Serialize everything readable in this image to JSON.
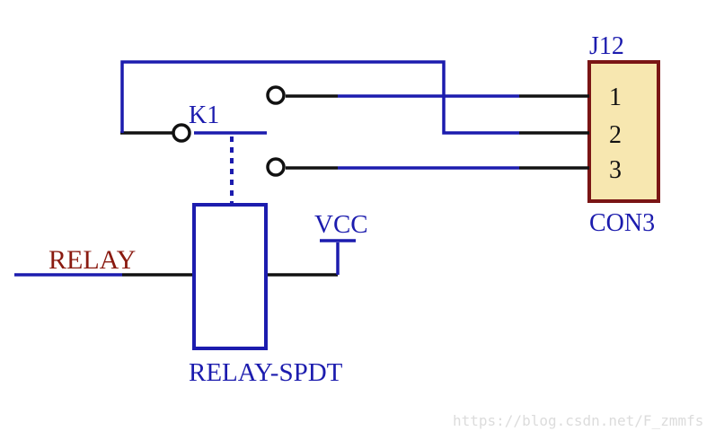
{
  "connector": {
    "ref": "J12",
    "value": "CON3",
    "pins": [
      "1",
      "2",
      "3"
    ]
  },
  "relay": {
    "ref": "K1",
    "value": "RELAY-SPDT"
  },
  "power": {
    "label": "VCC"
  },
  "net": {
    "label": "RELAY"
  },
  "watermark": "https://blog.csdn.net/F_zmmfs",
  "colors": {
    "wire": "#1c1cae",
    "pin": "#111111",
    "connector_fill": "#f7e7b0",
    "connector_border": "#7a1515",
    "connector_label": "#8a1a10",
    "background": "#ffffff"
  }
}
